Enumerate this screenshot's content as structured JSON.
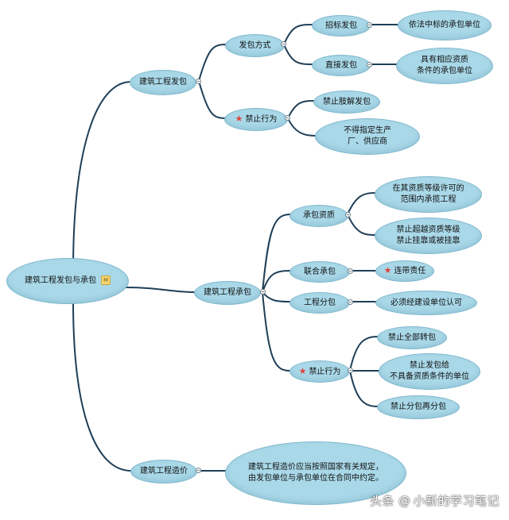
{
  "root": {
    "label": "建筑工程发包与承包",
    "badge": "M"
  },
  "branch_fabao": {
    "label": "建筑工程发包",
    "method": {
      "label": "发包方式",
      "tender": {
        "label": "招标发包",
        "target": "依法中标的承包单位"
      },
      "direct": {
        "label": "直接发包",
        "target": "具有相应资质\n条件的承包单位"
      }
    },
    "prohibited": {
      "label": "禁止行为",
      "items": [
        "禁止肢解发包",
        "不得指定生产\n厂、供应商"
      ]
    }
  },
  "branch_chengbao": {
    "label": "建筑工程承包",
    "qualification": {
      "label": "承包资质",
      "items": [
        "在其资质等级许可的\n范围内承揽工程",
        "禁止超越资质等级\n禁止挂靠或被挂靠"
      ]
    },
    "joint": {
      "label": "联合承包",
      "item": "连带责任"
    },
    "subcontract": {
      "label": "工程分包",
      "item": "必须经建设单位认可"
    },
    "prohibited": {
      "label": "禁止行为",
      "items": [
        "禁止全部转包",
        "禁止发包给\n不具备资质条件的单位",
        "禁止分包再分包"
      ]
    }
  },
  "branch_cost": {
    "label": "建筑工程造价",
    "item": "建筑工程造价应当按照国家有关规定，\n由发包单位与承包单位在合同中约定。"
  },
  "icons": {
    "star": "star-icon",
    "badge": "memo-badge-icon",
    "collapse": "collapse-icon"
  },
  "colors": {
    "node_fill": "#a9d8e8",
    "node_border": "#7fb7cc",
    "link": "#1f3f57",
    "star": "#e0413a"
  },
  "watermark": {
    "prefix": "头条",
    "at": "@",
    "name": "小新的学习笔记"
  }
}
